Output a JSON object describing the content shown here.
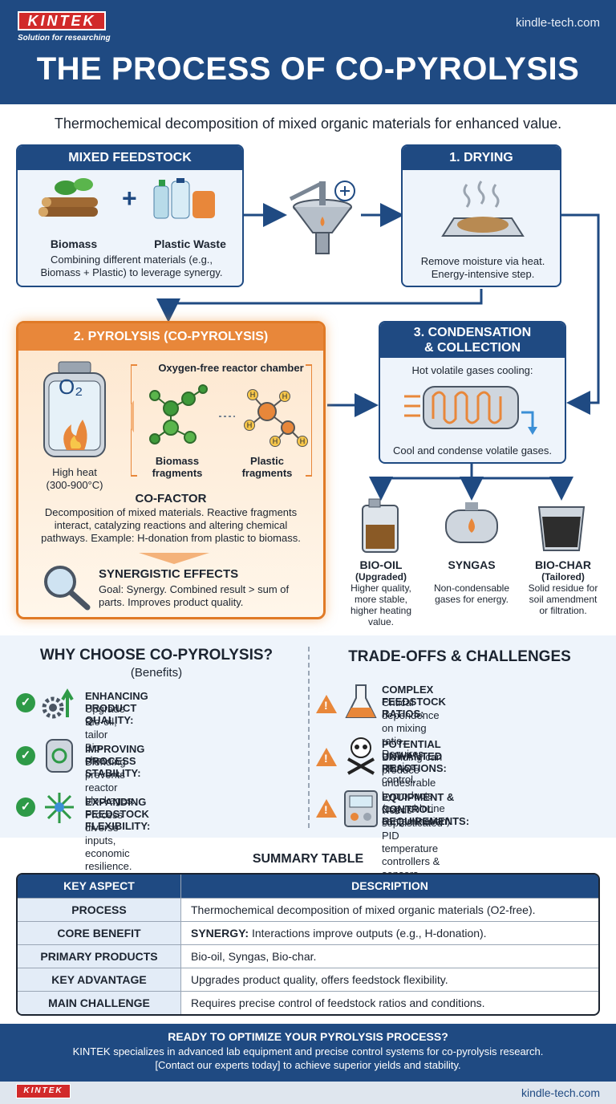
{
  "header": {
    "logo": "KINTEK",
    "tagline": "Solution for researching",
    "site": "kindle-tech.com",
    "title": "THE PROCESS OF CO-PYROLYSIS",
    "subtitle": "Thermochemical decomposition of mixed organic materials for enhanced value."
  },
  "feedstock": {
    "title": "MIXED FEEDSTOCK",
    "biomass": "Biomass",
    "plastic": "Plastic Waste",
    "plus": "+",
    "desc": [
      "Combining different materials (e.g.,",
      "Biomass + Plastic) to leverage synergy."
    ]
  },
  "drying": {
    "title": "1. DRYING",
    "desc": [
      "Remove moisture via heat.",
      "Energy-intensive step."
    ]
  },
  "pyrolysis": {
    "title": "2. PYROLYSIS (CO-PYROLYSIS)",
    "chamber": "Oxygen-free reactor chamber",
    "o2": "O₂",
    "heat": [
      "High heat",
      "(300-900°C)"
    ],
    "biomass_frag": [
      "Biomass",
      "fragments"
    ],
    "plastic_frag": [
      "Plastic",
      "fragments"
    ],
    "h": "H",
    "cofactor_title": "CO-FACTOR",
    "cofactor_desc": [
      "Decomposition of mixed materials. Reactive fragments",
      "interact, catalyzing reactions and altering chemical",
      "pathways. Example: H-donation from plastic to biomass."
    ],
    "syn_title": "SYNERGISTIC EFFECTS",
    "syn_desc": [
      "Goal: Synergy. Combined result > sum of",
      "parts. Improves product quality."
    ]
  },
  "condensation": {
    "title": [
      "3. CONDENSATION",
      "& COLLECTION"
    ],
    "top": "Hot volatile gases cooling:",
    "bottom": "Cool and condense volatile gases."
  },
  "products": [
    {
      "name": "BIO-OIL",
      "sub": "(Upgraded)",
      "desc": [
        "Higher quality,",
        "more stable,",
        "higher heating",
        "value."
      ]
    },
    {
      "name": "SYNGAS",
      "sub": "",
      "desc": [
        "Non-condensable",
        "gases for energy."
      ]
    },
    {
      "name": "BIO-CHAR",
      "sub": "(Tailored)",
      "desc": [
        "Solid residue for",
        "soil amendment",
        "or filtration."
      ]
    }
  ],
  "benefits": {
    "title": "WHY CHOOSE CO-PYROLYSIS?",
    "subtitle": "(Benefits)",
    "items": [
      {
        "title": "ENHANCING PRODUCT QUALITY:",
        "desc": [
          "Upgrade Bio-oil, tailor Bio-char."
        ]
      },
      {
        "title": "IMPROVING PROCESS STABILITY:",
        "desc": [
          "Blending prevents reactor blockages."
        ]
      },
      {
        "title": "EXPANDING FEEDSTOCK FLEXIBILITY:",
        "desc": [
          "Process diverse inputs, economic resilience."
        ]
      }
    ]
  },
  "tradeoffs": {
    "title": "TRADE-OFFS & CHALLENGES",
    "items": [
      {
        "title": "COMPLEX FEEDSTOCK RATIOS:",
        "desc": [
          "Critical dependence on mixing ratio.",
          "Requires precise control."
        ]
      },
      {
        "title": "POTENTIAL UNWANTED REACTIONS:",
        "desc": [
          "Blending can produce undesirable",
          "byproducts (e.g., chlorine contamination)."
        ]
      },
      {
        "title": "EQUIPMENT & CONTROL REQUIREMENTS:",
        "desc": [
          "Needs sophisticated PID temperature",
          "controllers & sensors."
        ]
      }
    ]
  },
  "summary": {
    "title": "SUMMARY TABLE",
    "header": [
      "KEY ASPECT",
      "DESCRIPTION"
    ],
    "rows": [
      {
        "aspect": "PROCESS",
        "strong": "",
        "desc": "Thermochemical decomposition of mixed organic materials (O2-free)."
      },
      {
        "aspect": "CORE BENEFIT",
        "strong": "SYNERGY:",
        "desc": " Interactions improve outputs (e.g., H-donation)."
      },
      {
        "aspect": "PRIMARY PRODUCTS",
        "strong": "",
        "desc": "Bio-oil, Syngas, Bio-char."
      },
      {
        "aspect": "KEY ADVANTAGE",
        "strong": "",
        "desc": "Upgrades product quality, offers feedstock flexibility."
      },
      {
        "aspect": "MAIN CHALLENGE",
        "strong": "",
        "desc": "Requires precise control of feedstock ratios and conditions."
      }
    ]
  },
  "cta": {
    "title": "READY TO OPTIMIZE YOUR PYROLYSIS PROCESS?",
    "line1": "KINTEK specializes in advanced lab equipment and precise control systems for co-pyrolysis research.",
    "line2": "[Contact our experts today] to achieve superior yields and stability."
  },
  "footer": {
    "logo": "KINTEK",
    "site": "kindle-tech.com"
  },
  "colors": {
    "navy": "#1f4a82",
    "orange": "#e8873a",
    "green": "#2e9a47",
    "light": "#eef4fb"
  }
}
